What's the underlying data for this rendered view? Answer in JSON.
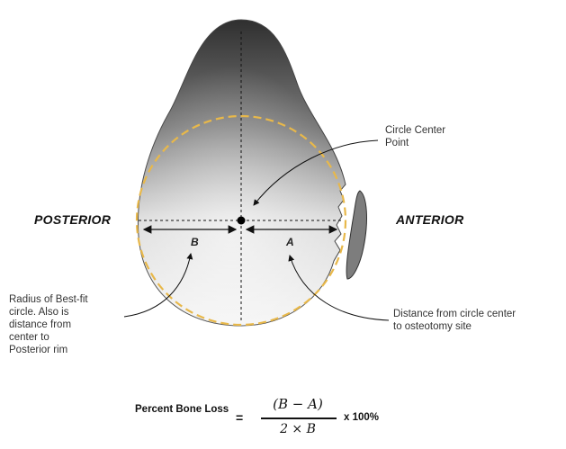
{
  "labels": {
    "posterior": "POSTERIOR",
    "anterior": "ANTERIOR",
    "point_b": "B",
    "point_a": "A",
    "circle_center_note": [
      "Circle Center",
      "Point"
    ],
    "radius_note": [
      "Radius of Best-fit",
      "circle. Also is",
      "distance from",
      "center to",
      "Posterior rim"
    ],
    "distance_note": [
      "Distance from circle center",
      "to osteotomy site"
    ]
  },
  "formula": {
    "lhs": "Percent Bone Loss",
    "equals": "=",
    "numerator": "(B − A)",
    "denominator": "2 × B",
    "multiplier": "x 100%"
  },
  "colors": {
    "bone_dark": "#3a3a3a",
    "bone_light": "#f2f2f2",
    "circle_outline": "#e8b84a",
    "text": "#222222"
  }
}
